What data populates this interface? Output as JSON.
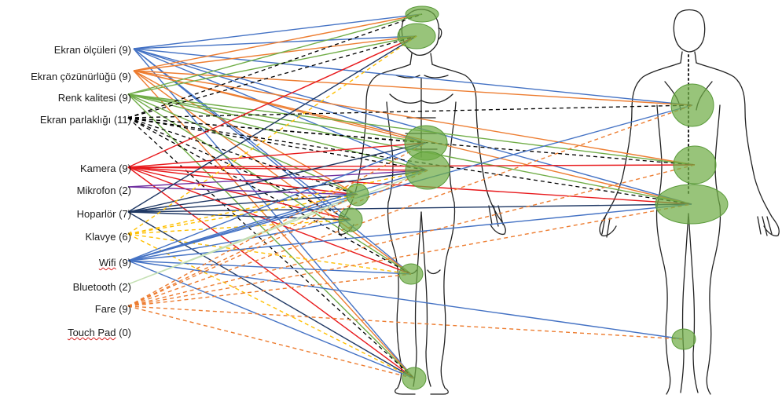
{
  "features": [
    {
      "id": "ekran-olculeri",
      "label": "Ekran ölçüleri (9)"
    },
    {
      "id": "ekran-cozunurlugu",
      "label": "Ekran çözünürlüğü (9)"
    },
    {
      "id": "renk-kalitesi",
      "label": "Renk kalitesi (9)"
    },
    {
      "id": "ekran-parlakligi",
      "label": "Ekran parlaklığı (11)"
    },
    {
      "id": "kamera",
      "label": "Kamera (9)"
    },
    {
      "id": "mikrofon",
      "label": "Mikrofon (2)"
    },
    {
      "id": "hoparlor",
      "label": "Hoparlör (7)"
    },
    {
      "id": "klavye",
      "label": "Klavye (6)"
    },
    {
      "id": "wifi",
      "label_main": "Wifi",
      "label_count": " (9)",
      "spellcheck_flag": true
    },
    {
      "id": "bluetooth",
      "label": "Bluetooth (2)"
    },
    {
      "id": "fare",
      "label": "Fare (9)"
    },
    {
      "id": "touch-pad",
      "label_main": "Touch Pad",
      "label_count": " (0)",
      "spellcheck_flag": true
    }
  ],
  "body_regions": [
    "head",
    "eyes",
    "chest",
    "abdomen",
    "right-hand",
    "left-hand",
    "knee",
    "foot",
    "upper-back",
    "lower-back",
    "hips",
    "calf"
  ],
  "colors": {
    "ekran-olculeri": "#4472c4",
    "ekran-cozunurlugu": "#ed7d31",
    "renk-kalitesi": "#70ad47",
    "ekran-parlakligi": "#000000",
    "kamera": "#e8191c",
    "mikrofon": "#7030a0",
    "hoparlor": "#1f3864",
    "klavye": "#ffc000",
    "wifi": "#4472c4",
    "bluetooth": "#c5e0b4",
    "fare": "#ed7d31",
    "region_fill": "#70ad47",
    "figure_stroke": "#222222"
  }
}
